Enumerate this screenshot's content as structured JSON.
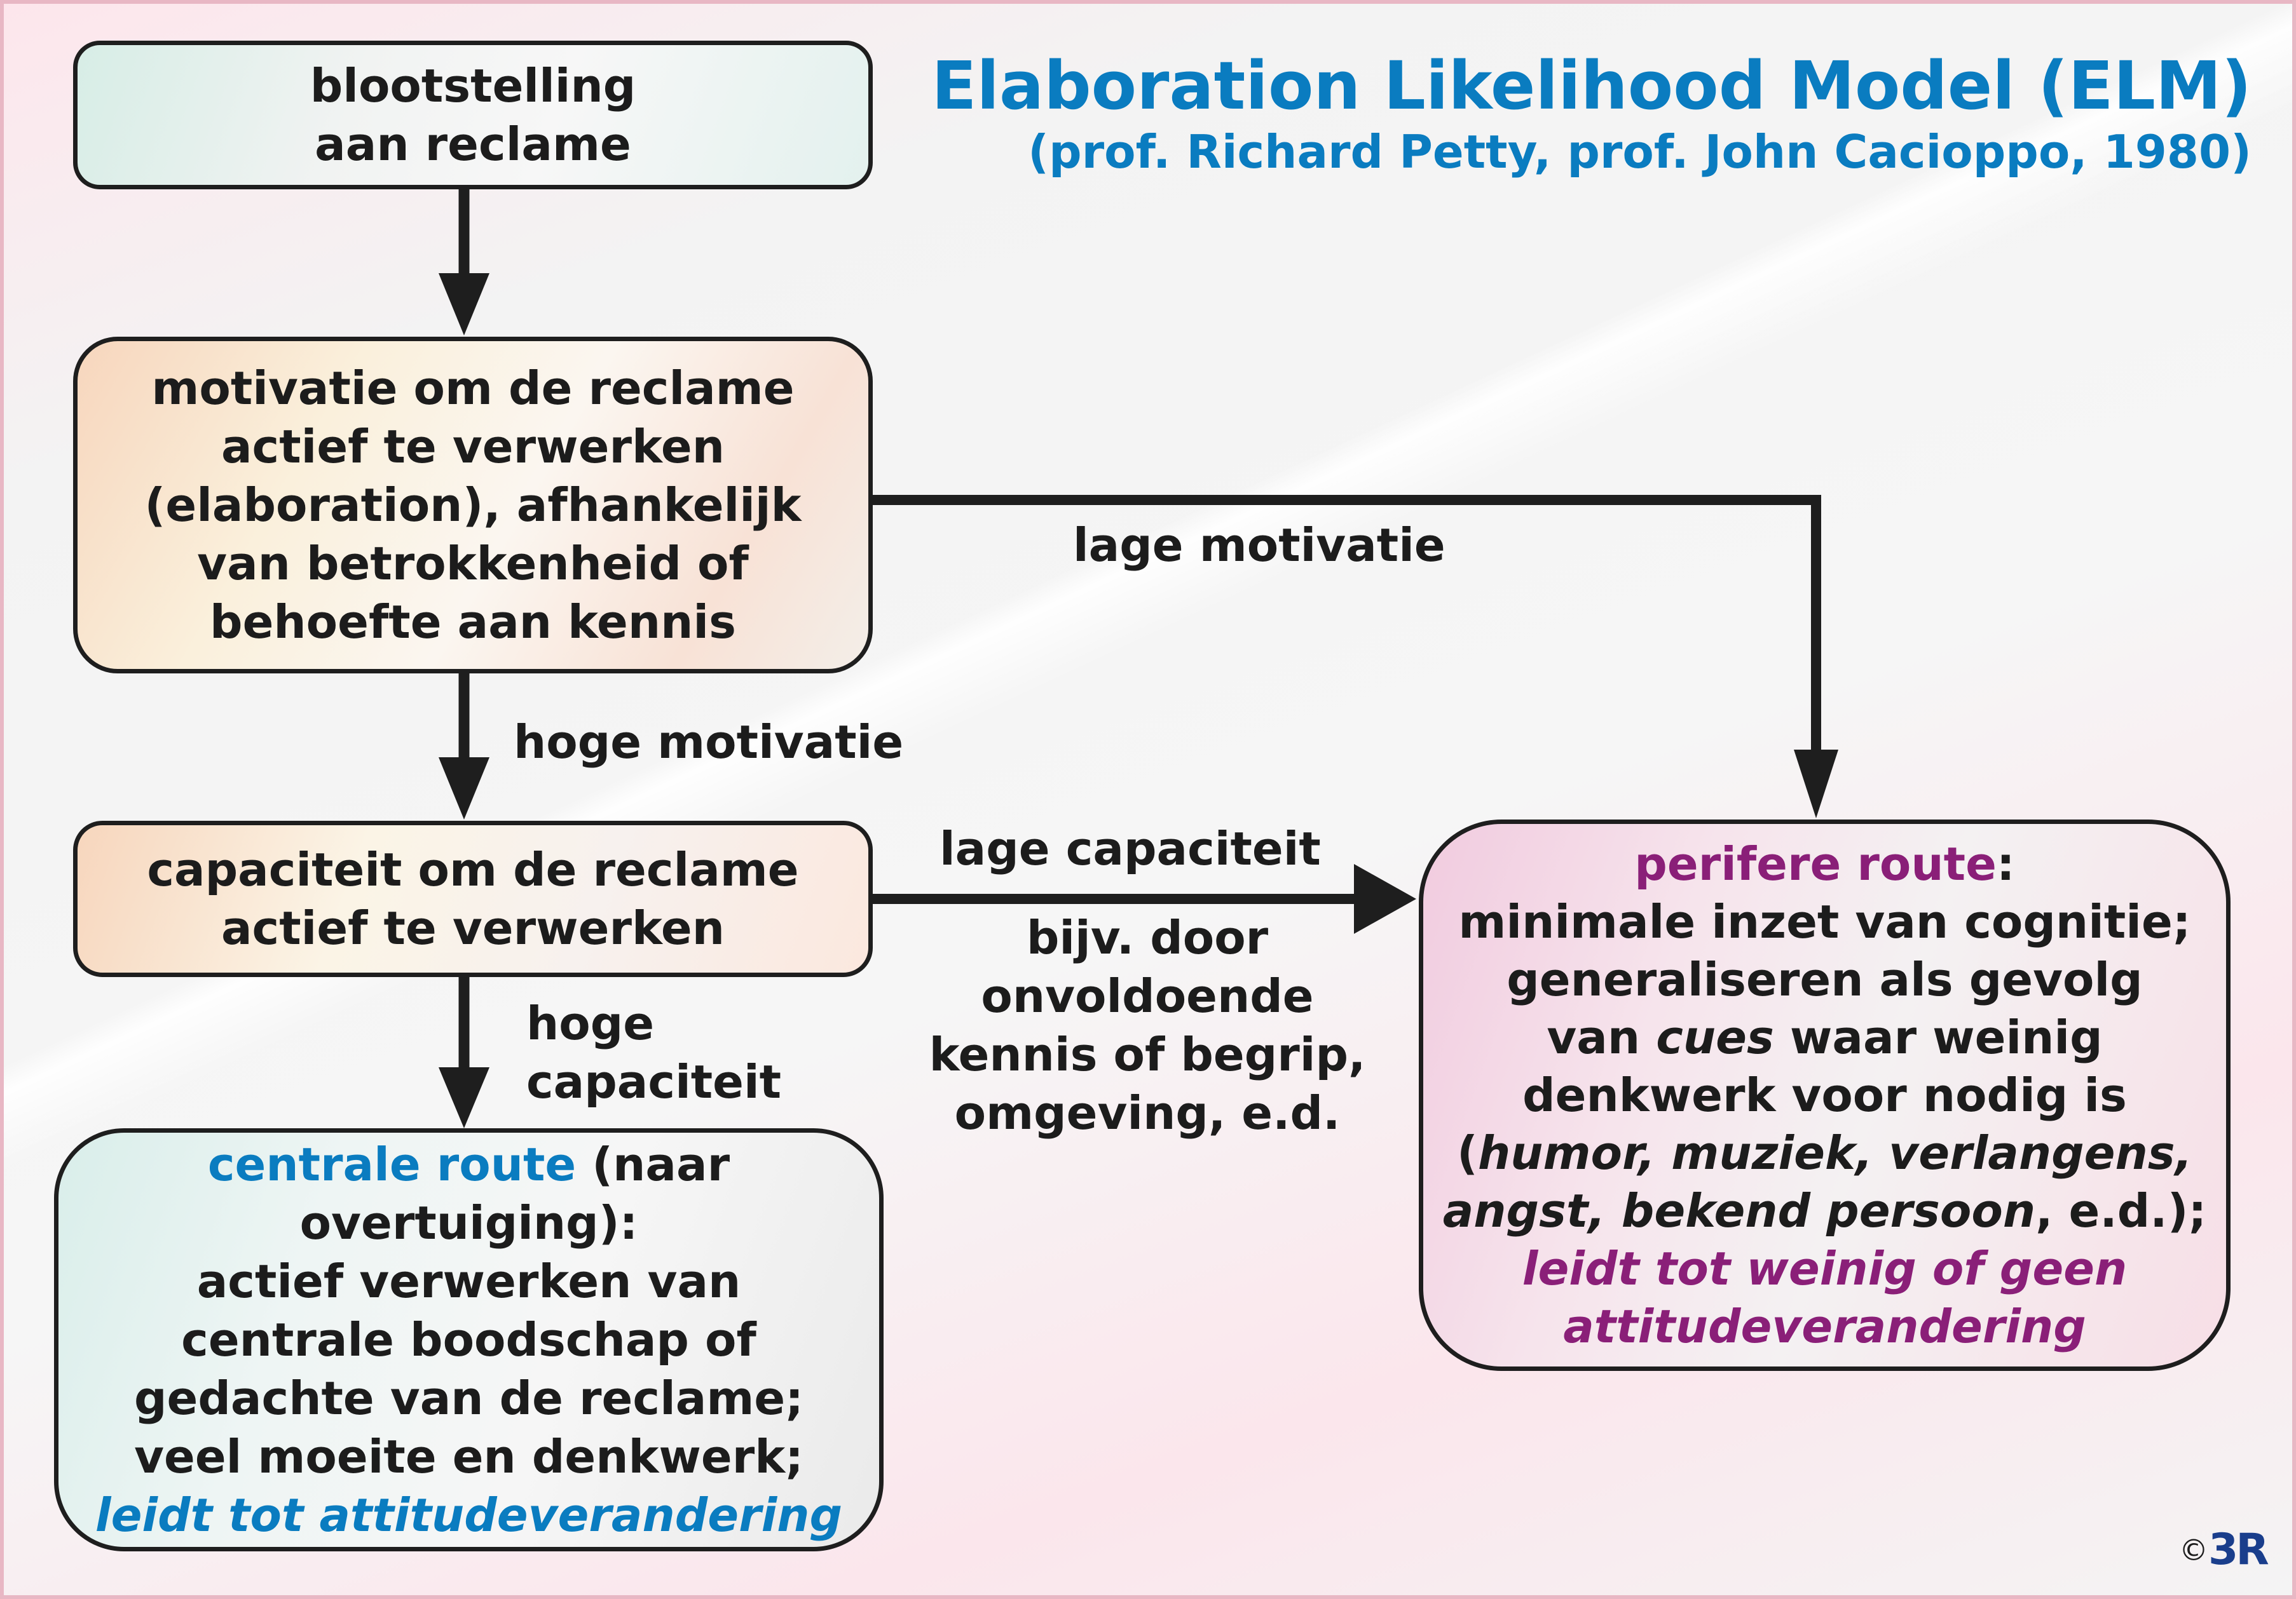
{
  "header": {
    "title": "Elaboration Likelihood Model (ELM)",
    "subtitle": "(prof. Richard Petty, prof. John Cacioppo, 1980)"
  },
  "nodes": {
    "exposure": {
      "lines": [
        "blootstelling",
        "aan reclame"
      ]
    },
    "motivation": {
      "lines": [
        "motivatie om de reclame",
        "actief te verwerken",
        "(elaboration), afhankelijk",
        "van betrokkenheid of",
        "behoefte aan kennis"
      ]
    },
    "capacity": {
      "lines": [
        "capaciteit om de reclame",
        "actief te verwerken"
      ]
    },
    "central_route": {
      "heading": "centrale route",
      "heading_rest": " (naar",
      "lines": [
        "overtuiging):",
        "actief verwerken van",
        "centrale boodschap of",
        "gedachte van de reclame;",
        "veel moeite en denkwerk;"
      ],
      "conclusion": "leidt tot attitudeverandering"
    },
    "peripheral_route": {
      "heading": "perifere route",
      "heading_rest": ":",
      "lines": [
        "minimale inzet van cognitie;",
        "generaliseren als gevolg"
      ],
      "cues_line": {
        "pre": "van ",
        "italic": "cues",
        "post": " waar weinig"
      },
      "line_after_cues": "denkwerk voor nodig is",
      "examples_line1": {
        "pre": "(",
        "italic": "humor, muziek, verlangens,"
      },
      "examples_line2": {
        "italic": "angst, bekend persoon",
        "post": ", e.d.);"
      },
      "conclusion": [
        "leidt tot weinig of geen",
        "attitudeverandering"
      ]
    }
  },
  "edges": {
    "low_motivation": "lage motivatie",
    "high_motivation": "hoge motivatie",
    "low_capacity": "lage capaciteit",
    "low_capacity_note": [
      "bijv. door",
      "onvoldoende",
      "kennis of begrip,",
      "omgeving, e.d."
    ],
    "high_capacity": [
      "hoge",
      "capaciteit"
    ]
  },
  "footer": {
    "copyright_symbol": "©",
    "brand": "3R"
  },
  "colors": {
    "central": "#0a7cc0",
    "peripheral": "#8a1f78",
    "title": "#0a7cc0",
    "line": "#1e1e1e"
  }
}
